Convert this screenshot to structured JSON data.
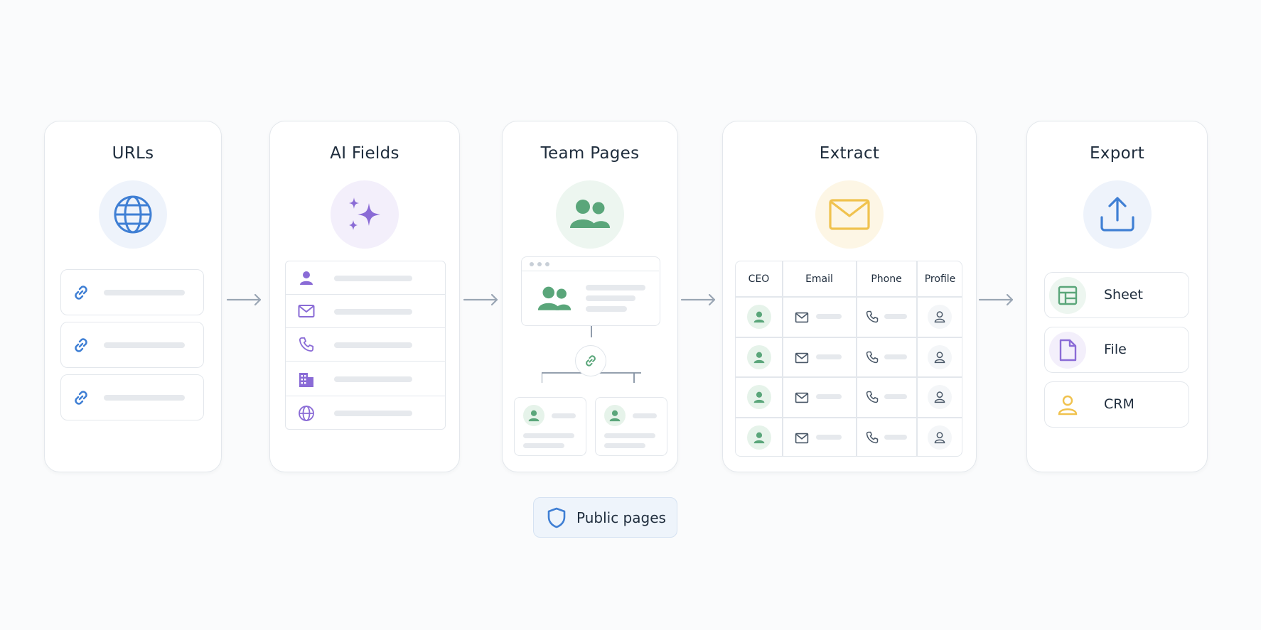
{
  "steps": [
    {
      "title": "URLs"
    },
    {
      "title": "AI Fields"
    },
    {
      "title": "Team Pages"
    },
    {
      "title": "Extract"
    },
    {
      "title": "Export"
    }
  ],
  "extract_table": {
    "headers": [
      "CEO",
      "Email",
      "Phone",
      "Profile"
    ]
  },
  "export_options": [
    {
      "label": "Sheet",
      "icon": "spreadsheet-icon"
    },
    {
      "label": "File",
      "icon": "file-icon"
    },
    {
      "label": "CRM",
      "icon": "user-icon"
    }
  ],
  "badge": {
    "label": "Public pages",
    "icon": "shield-icon"
  },
  "colors": {
    "blue": "#3f7fd4",
    "purple": "#8a6bd6",
    "green": "#5aa67a",
    "yellow": "#f0c24e",
    "border": "#e3e7ec"
  }
}
